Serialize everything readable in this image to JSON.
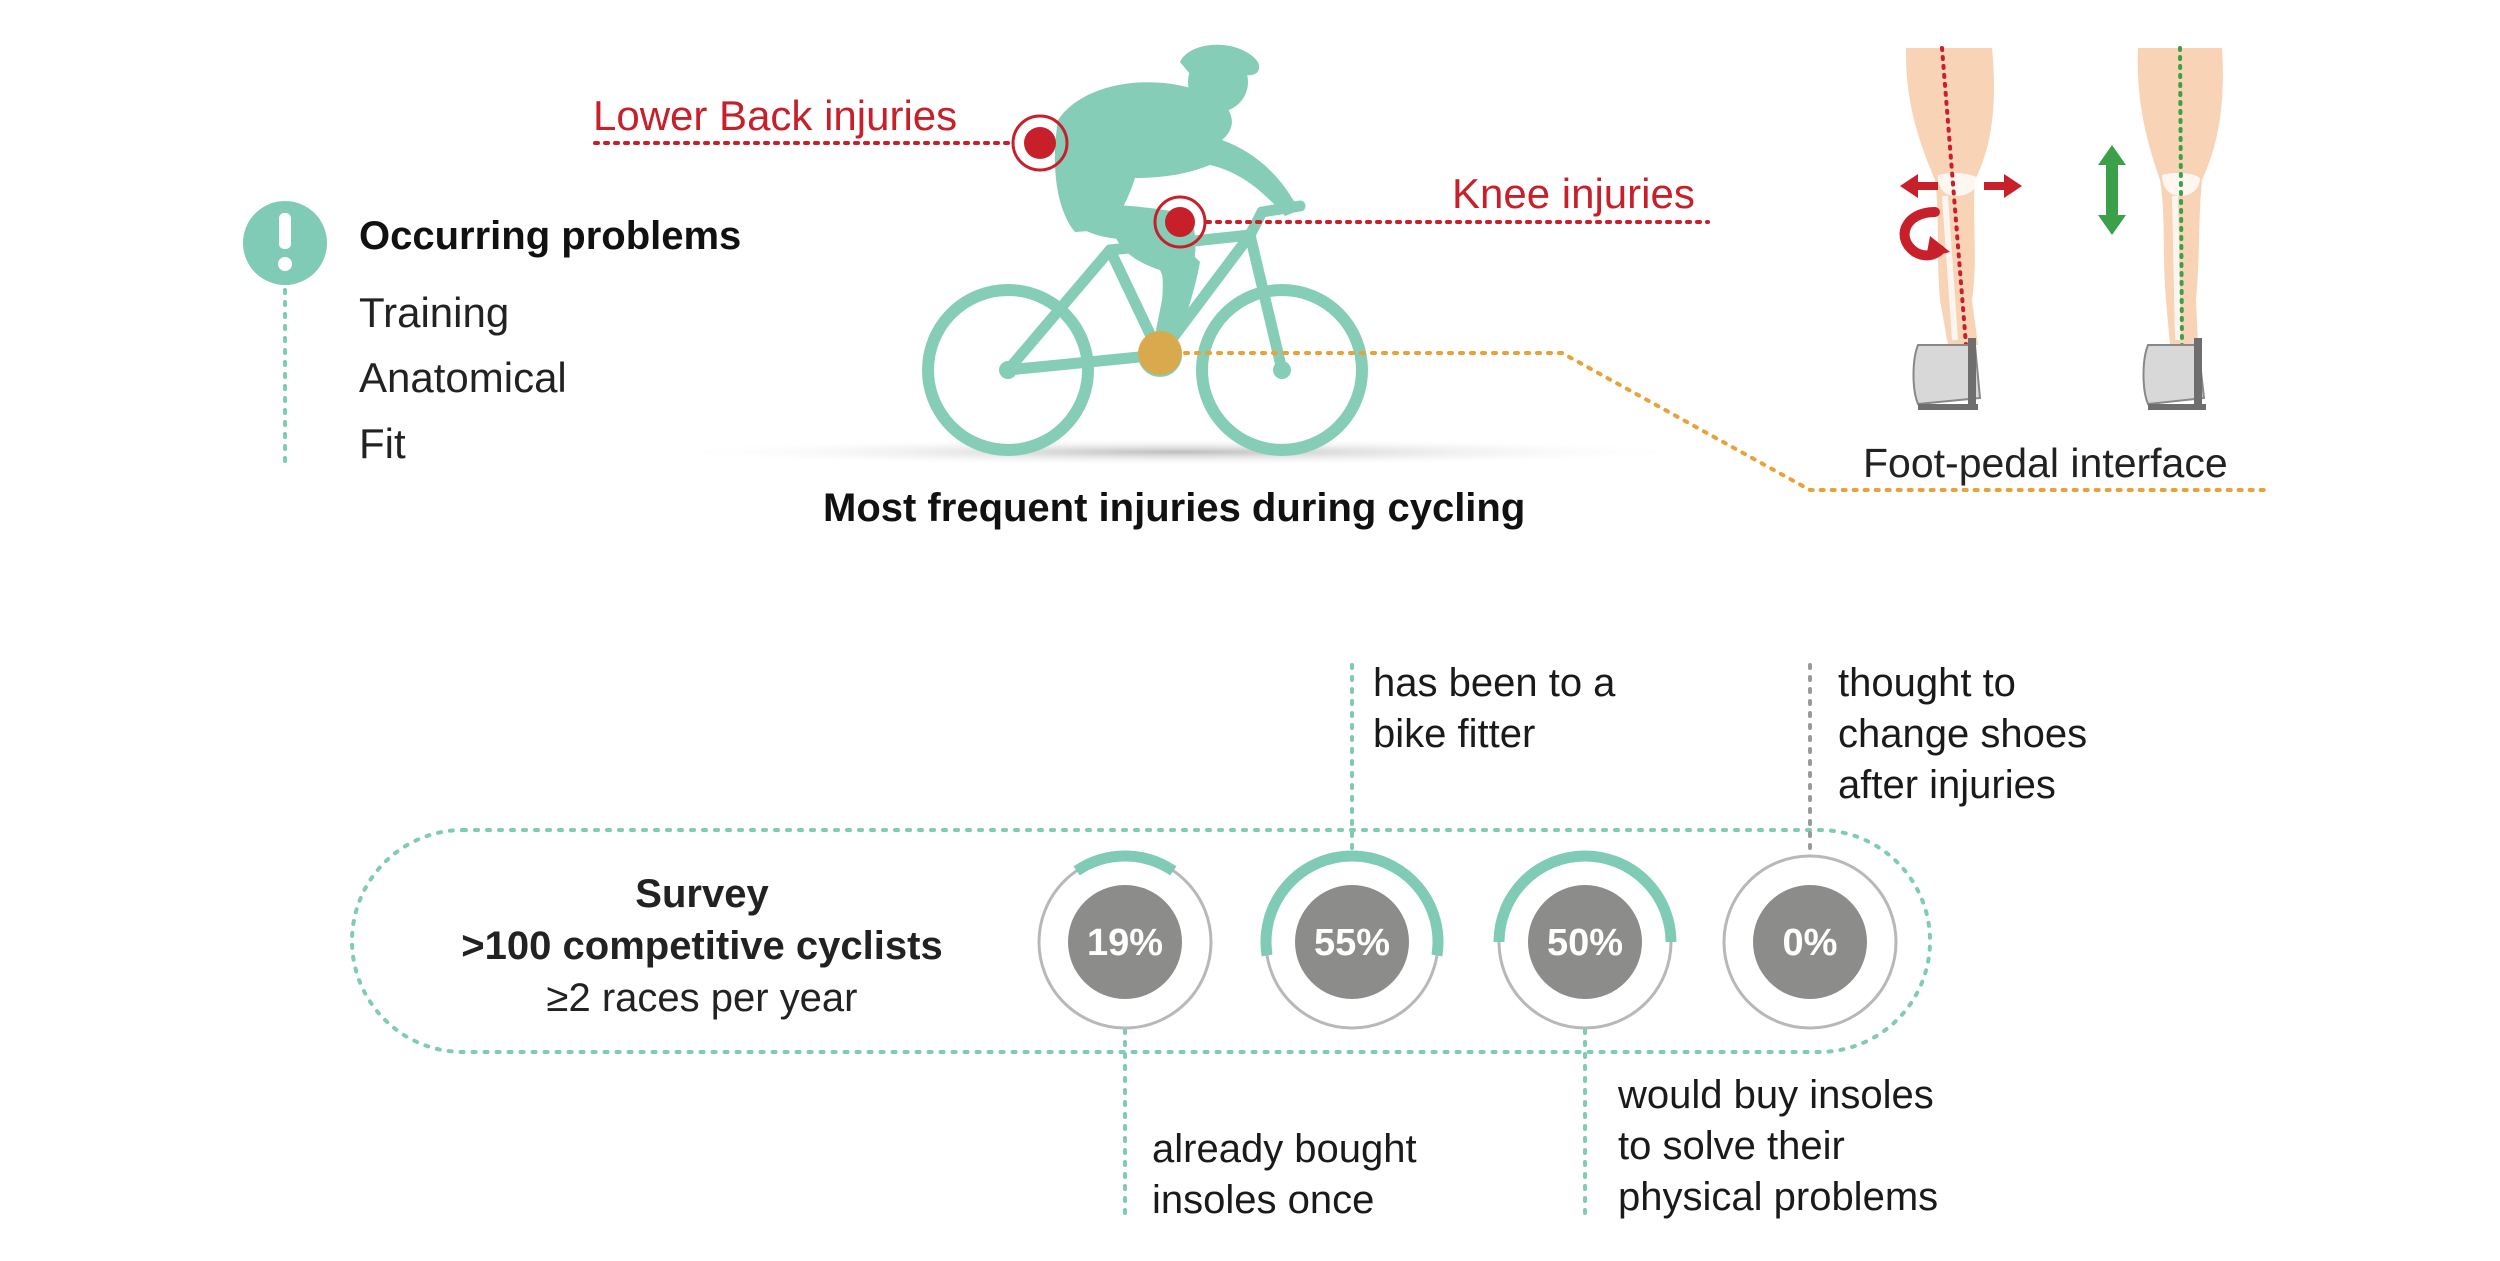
{
  "injuries": {
    "lower_back": "Lower Back injuries",
    "knee": "Knee injuries",
    "caption": "Most frequent injuries during cycling"
  },
  "problems": {
    "title": "Occurring problems",
    "items": [
      "Training",
      "Anatomical",
      "Fit"
    ]
  },
  "foot_pedal": "Foot-pedal interface",
  "survey": {
    "title": "Survey",
    "subtitle": ">100 competitive cyclists",
    "note": "≥2 races per year"
  },
  "stats": [
    {
      "value": "19%",
      "fraction": 0.19,
      "label": [
        "already bought",
        "insoles once"
      ]
    },
    {
      "value": "55%",
      "fraction": 0.55,
      "label": [
        "has been to a",
        "bike fitter"
      ]
    },
    {
      "value": "50%",
      "fraction": 0.5,
      "label": [
        "would buy insoles",
        "to solve their",
        "physical problems"
      ]
    },
    {
      "value": "0%",
      "fraction": 0.0,
      "label": [
        "thought to",
        "change shoes",
        "after injuries"
      ]
    }
  ],
  "colors": {
    "teal": "#7fcbb5",
    "red": "#c8202a",
    "orange": "#e8a23a",
    "gray": "#8c8c8a",
    "skin": "#f8d3b6",
    "green_arrow": "#3aa04a"
  }
}
